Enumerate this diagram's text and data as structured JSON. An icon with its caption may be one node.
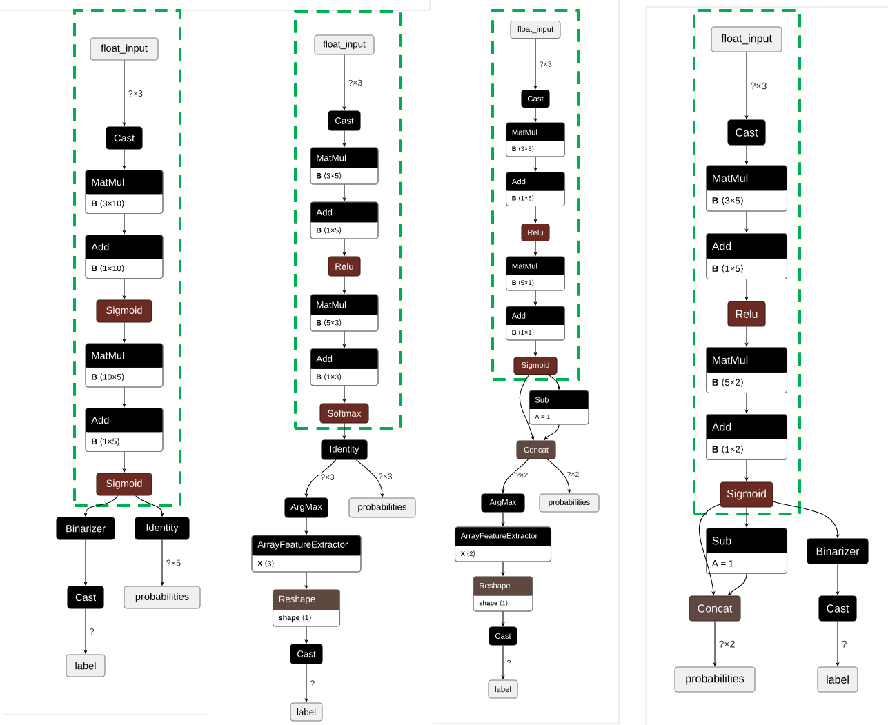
{
  "diagram": {
    "nodes": [
      {
        "text": [],
        "shape": "box"
      },
      {
        "text": [
          "float_input"
        ],
        "in": 0
      },
      {
        "text": [
          "Cast"
        ],
        "in": 0
      },
      {
        "text": [
          "MatMul",
          "**B** ⟨3×10⟩"
        ],
        "in": 0
      },
      {
        "text": [
          "Add",
          "**B** ⟨1×10⟩"
        ],
        "in": 0
      },
      {
        "text": [
          "Sigmoid"
        ],
        "in": 0
      },
      {
        "text": [
          "MatMul",
          "**B** ⟨10×5⟩"
        ],
        "in": 0
      },
      {
        "text": [
          "Add",
          "**B** ⟨1×5⟩"
        ],
        "in": 0
      },
      {
        "text": [
          "Sigmoid"
        ],
        "in": 0
      },
      {
        "text": [
          "Binarizer"
        ]
      },
      {
        "text": [
          "Identity"
        ]
      },
      {
        "text": [
          "Cast"
        ]
      },
      {
        "text": [
          "probabilities"
        ]
      },
      {
        "text": [
          "label"
        ]
      },
      {
        "text": [],
        "shape": "box"
      },
      {
        "text": [
          "float_input"
        ],
        "in": 14
      },
      {
        "text": [
          "Cast"
        ],
        "in": 14
      },
      {
        "text": [
          "MatMul",
          "**B** ⟨3×5⟩"
        ],
        "in": 14
      },
      {
        "text": [
          "Add",
          "**B** ⟨1×5⟩"
        ],
        "in": 14
      },
      {
        "text": [
          "Relu"
        ],
        "in": 14
      },
      {
        "text": [
          "MatMul",
          "**B** ⟨5×3⟩"
        ],
        "in": 14
      },
      {
        "text": [
          "Add",
          "**B** ⟨1×3⟩"
        ],
        "in": 14
      },
      {
        "text": [
          "Softmax"
        ],
        "in": 14
      },
      {
        "text": [
          "Identity"
        ]
      },
      {
        "text": [
          "ArgMax"
        ]
      },
      {
        "text": [
          "probabilities"
        ]
      },
      {
        "text": [
          "ArrayFeatureExtractor",
          "**X** ⟨3⟩"
        ]
      },
      {
        "text": [
          "Reshape",
          "**shape** ⟨1⟩"
        ]
      },
      {
        "text": [
          "Cast"
        ]
      },
      {
        "text": [
          "label"
        ]
      },
      {
        "text": [],
        "shape": "box"
      },
      {
        "text": [
          "float_input"
        ],
        "in": 30
      },
      {
        "text": [
          "Cast"
        ],
        "in": 30
      },
      {
        "text": [
          "MatMul",
          "**B** ⟨3×5⟩"
        ],
        "in": 30
      },
      {
        "text": [
          "Add",
          "**B** ⟨1×5⟩"
        ],
        "in": 30
      },
      {
        "text": [
          "Relu"
        ],
        "in": 30
      },
      {
        "text": [
          "MatMul",
          "**B** ⟨5×1⟩"
        ],
        "in": 30
      },
      {
        "text": [
          "Add",
          "**B** ⟨1×1⟩"
        ],
        "in": 30
      },
      {
        "text": [
          "Sigmoid"
        ],
        "in": 30
      },
      {
        "text": [
          "Sub",
          "A = 1"
        ]
      },
      {
        "text": [
          "Concat"
        ]
      },
      {
        "text": [
          "ArgMax"
        ]
      },
      {
        "text": [
          "probabilities"
        ]
      },
      {
        "text": [
          "ArrayFeatureExtractor",
          "**X** ⟨2⟩"
        ]
      },
      {
        "text": [
          "Reshape",
          "**shape** ⟨1⟩"
        ]
      },
      {
        "text": [
          "Cast"
        ]
      },
      {
        "text": [
          "label"
        ]
      },
      {
        "text": [],
        "shape": "box"
      },
      {
        "text": [
          "float_input"
        ],
        "in": 47
      },
      {
        "text": [
          "Cast"
        ],
        "in": 47
      },
      {
        "text": [
          "MatMul",
          "**B** ⟨3×5⟩"
        ],
        "in": 47
      },
      {
        "text": [
          "Add",
          "**B** ⟨1×5⟩"
        ],
        "in": 47
      },
      {
        "text": [
          "Relu"
        ],
        "in": 47
      },
      {
        "text": [
          "MatMul",
          "**B** ⟨5×2⟩"
        ],
        "in": 47
      },
      {
        "text": [
          "Add",
          "**B** ⟨1×2⟩"
        ],
        "in": 47
      },
      {
        "text": [
          "Sigmoid"
        ],
        "in": 47
      },
      {
        "text": [
          "Sub",
          "A = 1"
        ]
      },
      {
        "text": [
          "Binarizer"
        ]
      },
      {
        "text": [
          "Concat"
        ]
      },
      {
        "text": [
          "Cast"
        ]
      },
      {
        "text": [
          "probabilities"
        ]
      },
      {
        "text": [
          "label"
        ]
      }
    ],
    "edges": [
      {
        "from": 1,
        "to": 2,
        "arrow": "to",
        "label": "?×3"
      },
      {
        "from": 2,
        "to": 3,
        "arrow": "to"
      },
      {
        "from": 3,
        "to": 4,
        "arrow": "to"
      },
      {
        "from": 4,
        "to": 5,
        "arrow": "to"
      },
      {
        "from": 5,
        "to": 6,
        "arrow": "to"
      },
      {
        "from": 6,
        "to": 7,
        "arrow": "to"
      },
      {
        "from": 7,
        "to": 8,
        "arrow": "to"
      },
      {
        "from": 8,
        "to": 9,
        "arrow": "to"
      },
      {
        "from": 8,
        "to": 10,
        "arrow": "to"
      },
      {
        "from": 9,
        "to": 11,
        "arrow": "to"
      },
      {
        "from": 10,
        "to": 12,
        "arrow": "to",
        "label": "?×5"
      },
      {
        "from": 11,
        "to": 13,
        "arrow": "to",
        "label": "?"
      },
      {
        "from": 15,
        "to": 16,
        "arrow": "to",
        "label": "?×3"
      },
      {
        "from": 16,
        "to": 17,
        "arrow": "to"
      },
      {
        "from": 17,
        "to": 18,
        "arrow": "to"
      },
      {
        "from": 18,
        "to": 19,
        "arrow": "to"
      },
      {
        "from": 19,
        "to": 20,
        "arrow": "to"
      },
      {
        "from": 20,
        "to": 21,
        "arrow": "to"
      },
      {
        "from": 21,
        "to": 22,
        "arrow": "to"
      },
      {
        "from": 22,
        "to": 23,
        "arrow": "to"
      },
      {
        "from": 23,
        "to": 24,
        "arrow": "to",
        "label": "?×3"
      },
      {
        "from": 23,
        "to": 25,
        "arrow": "to",
        "label": "?×3"
      },
      {
        "from": 24,
        "to": 26,
        "arrow": "to"
      },
      {
        "from": 26,
        "to": 27,
        "arrow": "to"
      },
      {
        "from": 27,
        "to": 28,
        "arrow": "to"
      },
      {
        "from": 28,
        "to": 29,
        "arrow": "to",
        "label": "?"
      },
      {
        "from": 31,
        "to": 32,
        "arrow": "to",
        "label": "?×3"
      },
      {
        "from": 32,
        "to": 33,
        "arrow": "to"
      },
      {
        "from": 33,
        "to": 34,
        "arrow": "to"
      },
      {
        "from": 34,
        "to": 35,
        "arrow": "to"
      },
      {
        "from": 35,
        "to": 36,
        "arrow": "to"
      },
      {
        "from": 36,
        "to": 37,
        "arrow": "to"
      },
      {
        "from": 37,
        "to": 38,
        "arrow": "to"
      },
      {
        "from": 38,
        "to": 39,
        "arrow": "to"
      },
      {
        "from": 38,
        "to": 40,
        "arrow": "to"
      },
      {
        "from": 39,
        "to": 40,
        "arrow": "to"
      },
      {
        "from": 40,
        "to": 41,
        "arrow": "to",
        "label": "?×2"
      },
      {
        "from": 40,
        "to": 42,
        "arrow": "to",
        "label": "?×2"
      },
      {
        "from": 41,
        "to": 43,
        "arrow": "to"
      },
      {
        "from": 43,
        "to": 44,
        "arrow": "to"
      },
      {
        "from": 44,
        "to": 45,
        "arrow": "to"
      },
      {
        "from": 45,
        "to": 46,
        "arrow": "to",
        "label": "?"
      },
      {
        "from": 48,
        "to": 49,
        "arrow": "to",
        "label": "?×3"
      },
      {
        "from": 49,
        "to": 50,
        "arrow": "to"
      },
      {
        "from": 50,
        "to": 51,
        "arrow": "to"
      },
      {
        "from": 51,
        "to": 52,
        "arrow": "to"
      },
      {
        "from": 52,
        "to": 53,
        "arrow": "to"
      },
      {
        "from": 53,
        "to": 54,
        "arrow": "to"
      },
      {
        "from": 54,
        "to": 55,
        "arrow": "to"
      },
      {
        "from": 55,
        "to": 56,
        "arrow": "to"
      },
      {
        "from": 55,
        "to": 57,
        "arrow": "to"
      },
      {
        "from": 55,
        "to": 58,
        "arrow": "to"
      },
      {
        "from": 56,
        "to": 58,
        "arrow": "to"
      },
      {
        "from": 57,
        "to": 59,
        "arrow": "to"
      },
      {
        "from": 58,
        "to": 60,
        "arrow": "to",
        "label": "?×2"
      },
      {
        "from": 59,
        "to": 61,
        "arrow": "to",
        "label": "?"
      }
    ]
  }
}
